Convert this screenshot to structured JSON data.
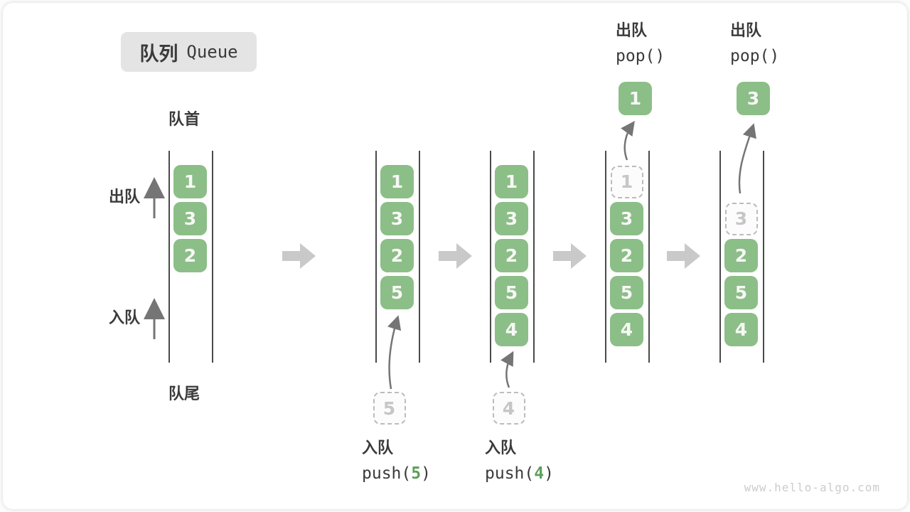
{
  "title_badge": {
    "zh": "队列",
    "en": "Queue"
  },
  "side_labels": {
    "front": "队首",
    "rear": "队尾",
    "dequeue": "出队",
    "enqueue": "入队"
  },
  "operations": {
    "push5": {
      "label": "入队",
      "code_prefix": "push(",
      "arg": "5",
      "code_suffix": ")"
    },
    "push4": {
      "label": "入队",
      "code_prefix": "push(",
      "arg": "4",
      "code_suffix": ")"
    },
    "pop_first": {
      "label": "出队",
      "code": "pop()"
    },
    "pop_second": {
      "label": "出队",
      "code": "pop()"
    }
  },
  "queue_states": [
    {
      "cells": [
        {
          "slot": 0,
          "value": "1"
        },
        {
          "slot": 1,
          "value": "3"
        },
        {
          "slot": 2,
          "value": "2"
        }
      ]
    },
    {
      "cells": [
        {
          "slot": 0,
          "value": "1"
        },
        {
          "slot": 1,
          "value": "3"
        },
        {
          "slot": 2,
          "value": "2"
        },
        {
          "slot": 3,
          "value": "5"
        }
      ],
      "incoming": "5"
    },
    {
      "cells": [
        {
          "slot": 0,
          "value": "1"
        },
        {
          "slot": 1,
          "value": "3"
        },
        {
          "slot": 2,
          "value": "2"
        },
        {
          "slot": 3,
          "value": "5"
        },
        {
          "slot": 4,
          "value": "4"
        }
      ],
      "incoming": "4"
    },
    {
      "cells": [
        {
          "slot": 0,
          "value": "1",
          "ghost": true
        },
        {
          "slot": 1,
          "value": "3"
        },
        {
          "slot": 2,
          "value": "2"
        },
        {
          "slot": 3,
          "value": "5"
        },
        {
          "slot": 4,
          "value": "4"
        }
      ],
      "popped": "1"
    },
    {
      "cells": [
        {
          "slot": 1,
          "value": "3",
          "ghost": true
        },
        {
          "slot": 2,
          "value": "2"
        },
        {
          "slot": 3,
          "value": "5"
        },
        {
          "slot": 4,
          "value": "4"
        }
      ],
      "popped": "3"
    }
  ],
  "colors": {
    "box_green": "#8CBE88",
    "box_text": "#F7F8F5",
    "accent_green": "#5E9F5B",
    "badge_bg": "#E4E4E4",
    "text_dark": "#3A3A3A",
    "ghost_border": "#BCBCBC",
    "ghost_text": "#C6C6C6",
    "pipe_line": "#4A4A4A",
    "flow_arrow": "#C9C9C9",
    "thin_arrow": "#757575",
    "watermark": "#CCCCCC"
  },
  "watermark": "www.hello-algo.com"
}
